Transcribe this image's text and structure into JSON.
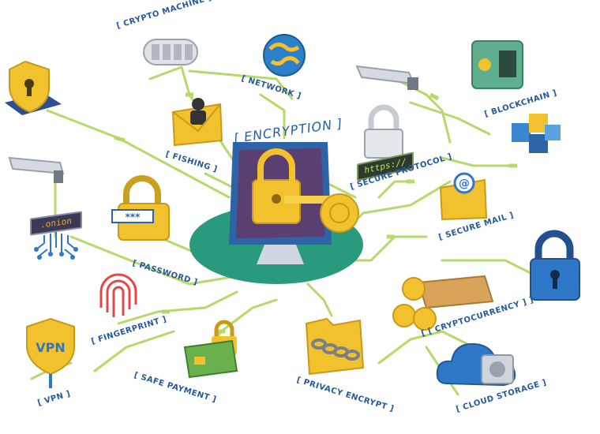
{
  "diagram": {
    "center_label": "[ ENCRYPTION ]",
    "nodes": [
      {
        "id": "crypto-machine",
        "label": "[ CRYPTO MACHINE ]"
      },
      {
        "id": "network",
        "label": "[ NETWORK ]"
      },
      {
        "id": "fishing",
        "label": "[ FISHING ]"
      },
      {
        "id": "blockchain",
        "label": "[ BLOCKCHAIN ]"
      },
      {
        "id": "secure-protocol",
        "label": "[ SECURE PROTOCOL ]"
      },
      {
        "id": "secure-mail",
        "label": "[ SECURE MAIL ]"
      },
      {
        "id": "password",
        "label": "[ PASSWORD ]"
      },
      {
        "id": "cryptocurrency",
        "label": "[ [ CRYPTOCURRENCY ] ]"
      },
      {
        "id": "fingerprint",
        "label": "[ FINGERPRINT ]"
      },
      {
        "id": "safe-payment",
        "label": "[ SAFE PAYMENT ]"
      },
      {
        "id": "privacy-encrypt",
        "label": "[ PRIVACY ENCRYPT ]"
      },
      {
        "id": "cloud-storage",
        "label": "[ CLOUD STORAGE ]"
      },
      {
        "id": "vpn",
        "label": "[ VPN ]"
      }
    ],
    "screen_texts": {
      "onion": ".onion",
      "https": "https://",
      "vpn_shield": "VPN",
      "password_field": "***"
    },
    "colors": {
      "wire": "#b6d96a",
      "label": "#23589c",
      "lock_gold": "#f2c12e",
      "lock_blue": "#2f78c8",
      "monitor": "#3a6fb5",
      "base_teal": "#2a9a7c"
    },
    "icons": [
      "shield-lock-icon",
      "camera-icon",
      "onion-router-icon",
      "crypto-machine-icon",
      "envelope-hacker-icon",
      "globe-icon",
      "monitor-lock-key-icon",
      "padlock-icon",
      "https-lock-icon",
      "camera-icon",
      "safe-icon",
      "blockchain-cubes-icon",
      "secure-mail-icon",
      "blue-padlock-icon",
      "coins-icon",
      "fingerprint-icon",
      "vpn-shield-icon",
      "credit-card-icon",
      "folder-chain-icon",
      "cloud-safe-icon"
    ]
  }
}
